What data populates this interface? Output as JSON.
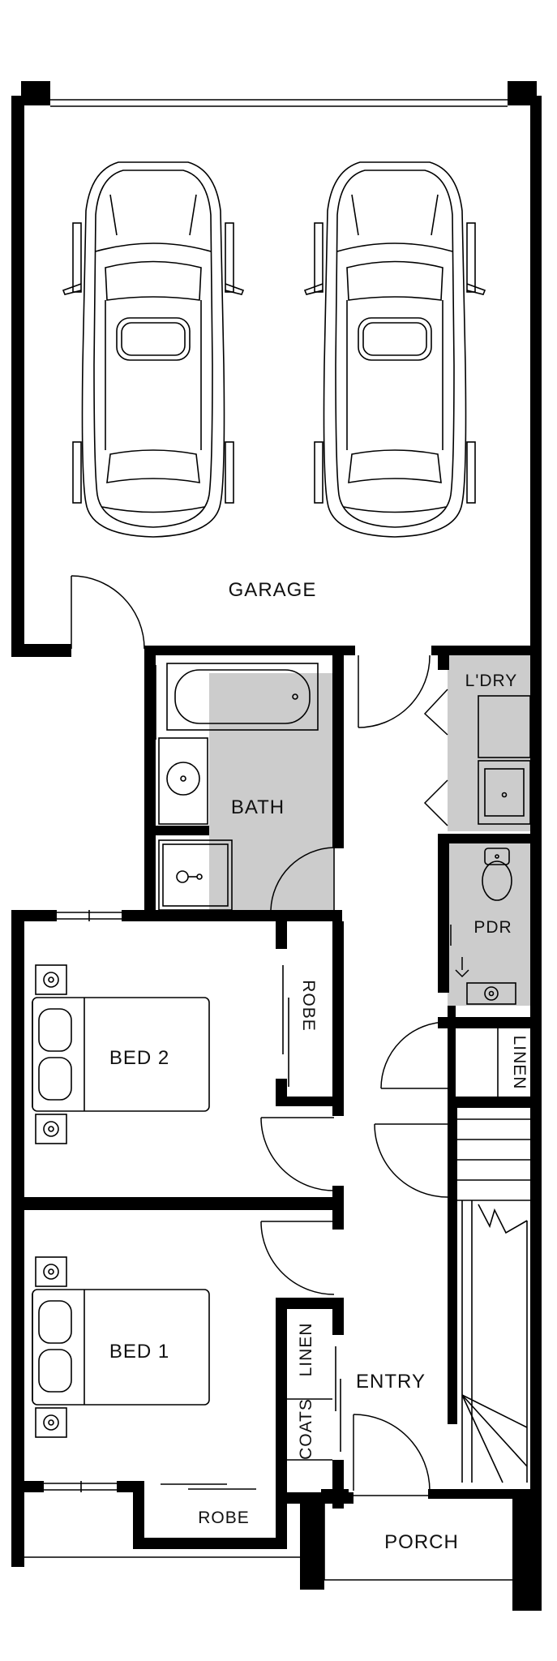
{
  "rooms": {
    "garage": "GARAGE",
    "bath": "BATH",
    "laundry": "L'DRY",
    "powder": "PDR",
    "robe_bed2": "ROBE",
    "bed2": "BED 2",
    "linen_upper": "LINEN",
    "bed1": "BED 1",
    "linen_lower": "LINEN",
    "entry": "ENTRY",
    "coats": "COATS",
    "robe_bed1": "ROBE",
    "porch": "PORCH"
  },
  "colors": {
    "wall": "#000000",
    "wet_area": "#cccccc",
    "background": "#ffffff"
  }
}
